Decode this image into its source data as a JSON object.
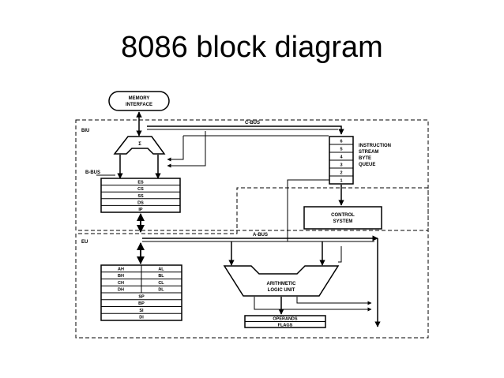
{
  "title": "8086 block diagram",
  "diagram": {
    "memory_interface": [
      "MEMORY",
      "INTERFACE"
    ],
    "biu": "BIU",
    "eu": "EU",
    "c_bus": "C-BUS",
    "b_bus": "B-BUS",
    "a_bus": "A-BUS",
    "sigma": "Σ",
    "segment_registers": [
      "ES",
      "CS",
      "SS",
      "DS",
      "IP"
    ],
    "queue_slots": [
      "6",
      "5",
      "4",
      "3",
      "2",
      "1"
    ],
    "instruction_queue": [
      "INSTRUCTION",
      "STREAM",
      "BYTE",
      "QUEUE"
    ],
    "control_system": [
      "CONTROL",
      "SYSTEM"
    ],
    "gp_registers": [
      [
        "AH",
        "AL"
      ],
      [
        "BH",
        "BL"
      ],
      [
        "CH",
        "CL"
      ],
      [
        "DH",
        "DL"
      ]
    ],
    "pointer_registers": [
      "SP",
      "BP",
      "SI",
      "DI"
    ],
    "alu": [
      "ARITHMETIC",
      "LOGIC UNIT"
    ],
    "operands": "OPERANDS",
    "flags": "FLAGS"
  }
}
